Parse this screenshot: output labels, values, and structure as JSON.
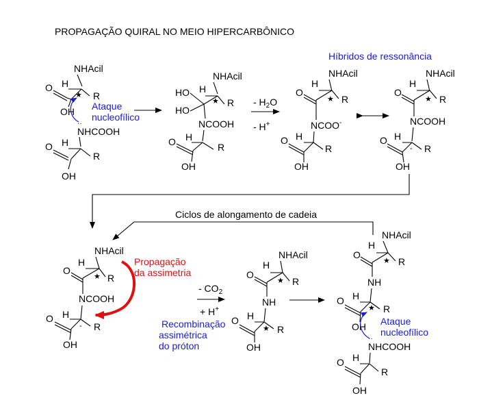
{
  "title": "PROPAGAÇÃO QUIRAL NO MEIO HIPERCARBÔNICO",
  "resonance_label": "Híbridos de ressonância",
  "chain_cycle_label": "Ciclos de alongamento de cadeia",
  "attack_label_1": "Ataque",
  "attack_label_2": "nucleofílico",
  "propagation_label_1": "Propagação",
  "propagation_label_2": "da assimetria",
  "recomb_label_1": "Recombinação",
  "recomb_label_2": "assimétrica",
  "recomb_label_3": "do próton",
  "step1_label_1": "- H",
  "step1_sub": "2",
  "step1_label_1b": "O",
  "step1_label_2": "- H",
  "step1_sup": "+",
  "step2_label_1": "- CO",
  "step2_sub": "2",
  "step2_label_2": "+ H",
  "step2_sup": "+",
  "atoms": {
    "nhacil": "NHAcil",
    "nhcooh": "NHCOOH",
    "ncooh": "NCOOH",
    "ncoo": "NCOO",
    "minus": "-",
    "oh": "OH",
    "ho": "HO",
    "o": "O",
    "h": "H",
    "r": "R",
    "nh": "NH",
    "star": "★"
  },
  "colors": {
    "text": "#000000",
    "blue": "#1a1adc",
    "red": "#e01010"
  }
}
